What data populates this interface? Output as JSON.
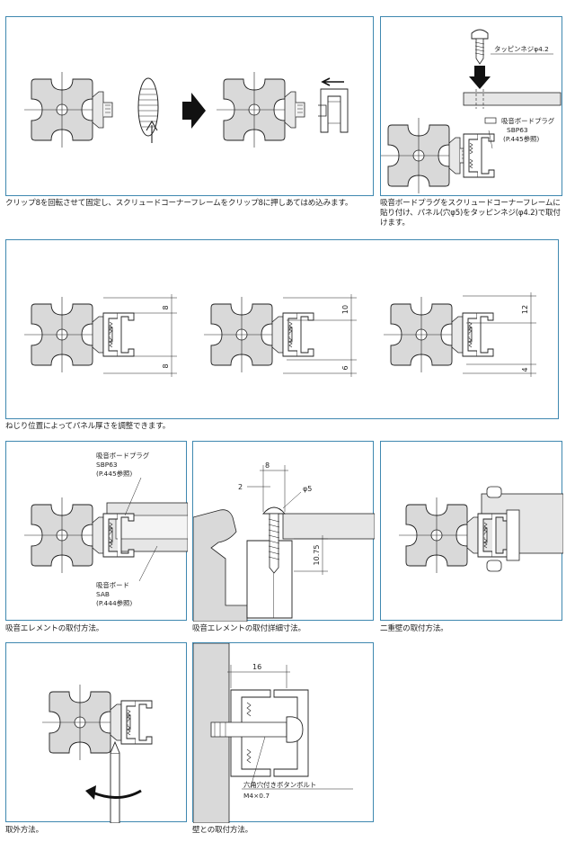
{
  "captions": {
    "p1": "クリップ8を回転させて固定し、スクリュードコーナーフレームをクリップ8に押しあてはめ込みます。",
    "p2": "吸音ボードプラグをスクリュードコーナーフレームに貼り付け、パネル(穴φ5)をタッピンネジ(φ4.2)で取付けます。",
    "p3": "ねじり位置によってパネル厚さを調整できます。",
    "p4": "吸音エレメントの取付方法。",
    "p5": "吸音エレメントの取付詳細寸法。",
    "p6": "二重壁の取付方法。",
    "p7": "取外方法。",
    "p8": "壁との取付方法。"
  },
  "labels": {
    "tapping_screw": "タッピンネジφ4.2",
    "plug_name": "吸音ボードプラグ",
    "plug_code": "SBP63",
    "plug_ref": "(P.445参照)",
    "board_name": "吸音ボード",
    "board_code": "SAB",
    "board_ref": "(P.444参照)",
    "bolt_name": "六角穴付きボタンボルト",
    "bolt_size": "M4×0.7"
  },
  "dims": {
    "a_top": "8",
    "a_bot": "8",
    "b_top": "10",
    "b_bot": "6",
    "c_top": "12",
    "c_bot": "4",
    "d_w": "8",
    "d_g": "2",
    "d_hole": "φ5",
    "d_h": "10.75",
    "e_w": "16"
  }
}
